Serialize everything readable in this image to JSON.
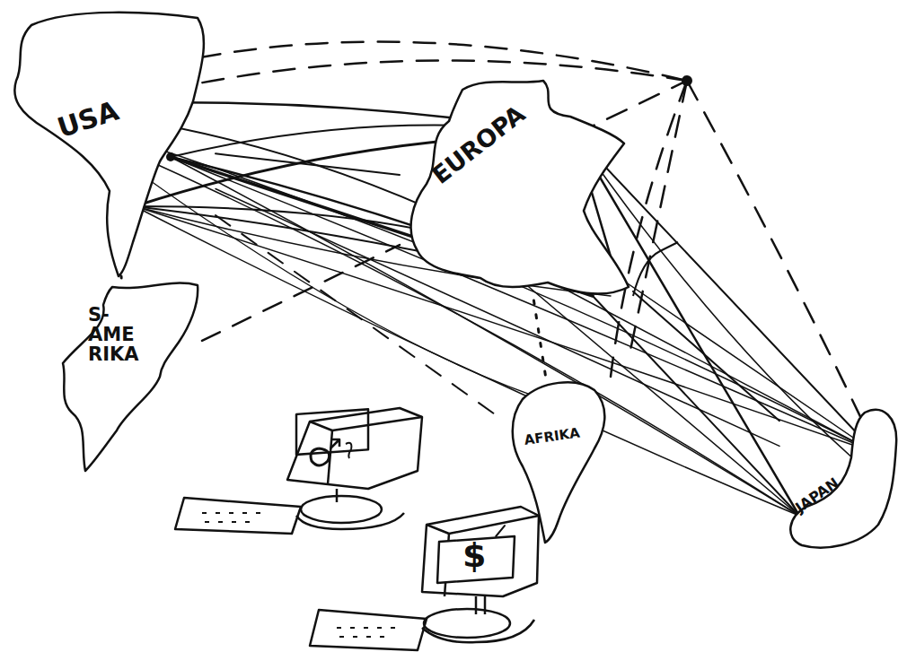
{
  "diagram": {
    "nodes": [
      {
        "text": [
          "USA"
        ]
      },
      {
        "text": [
          "EUROPA"
        ]
      },
      {
        "text": [
          "S- AME RIKA"
        ]
      },
      {
        "text": [
          "AFRIKA"
        ]
      },
      {
        "text": [
          "JAPAN"
        ]
      },
      {
        "text": [
          "$"
        ]
      }
    ],
    "edges": [
      {
        "from": 0,
        "to": 1,
        "arrow": "none"
      },
      {
        "from": 0,
        "to": 4,
        "arrow": "none"
      },
      {
        "from": 1,
        "to": 4,
        "arrow": "none"
      },
      {
        "from": 0,
        "to": 2,
        "arrow": "none"
      },
      {
        "from": 2,
        "to": 1,
        "arrow": "none"
      },
      {
        "from": 1,
        "to": 3,
        "arrow": "none"
      },
      {
        "from": 3,
        "to": 5,
        "arrow": "none"
      },
      {
        "from": 0,
        "to": 3,
        "arrow": "none"
      }
    ]
  }
}
